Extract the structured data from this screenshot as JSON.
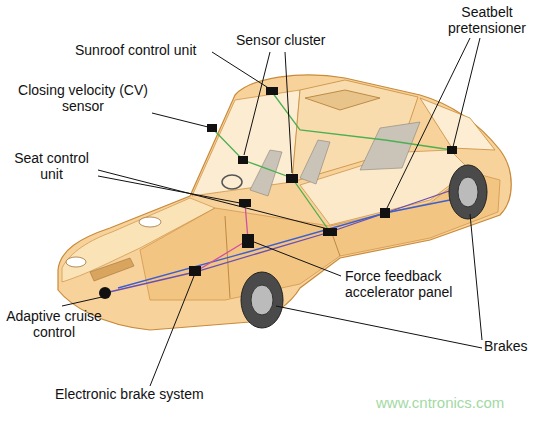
{
  "diagram": {
    "labels": [
      "Sunroof control unit",
      "Seatbelt pretensioner",
      "Sensor cluster",
      "Closing velocity (CV) sensor",
      "Seat control unit",
      "Force feedback accelerator panel",
      "Adaptive cruise control",
      "Brakes",
      "Electronic brake system",
      "www.cntronics.com"
    ]
  }
}
